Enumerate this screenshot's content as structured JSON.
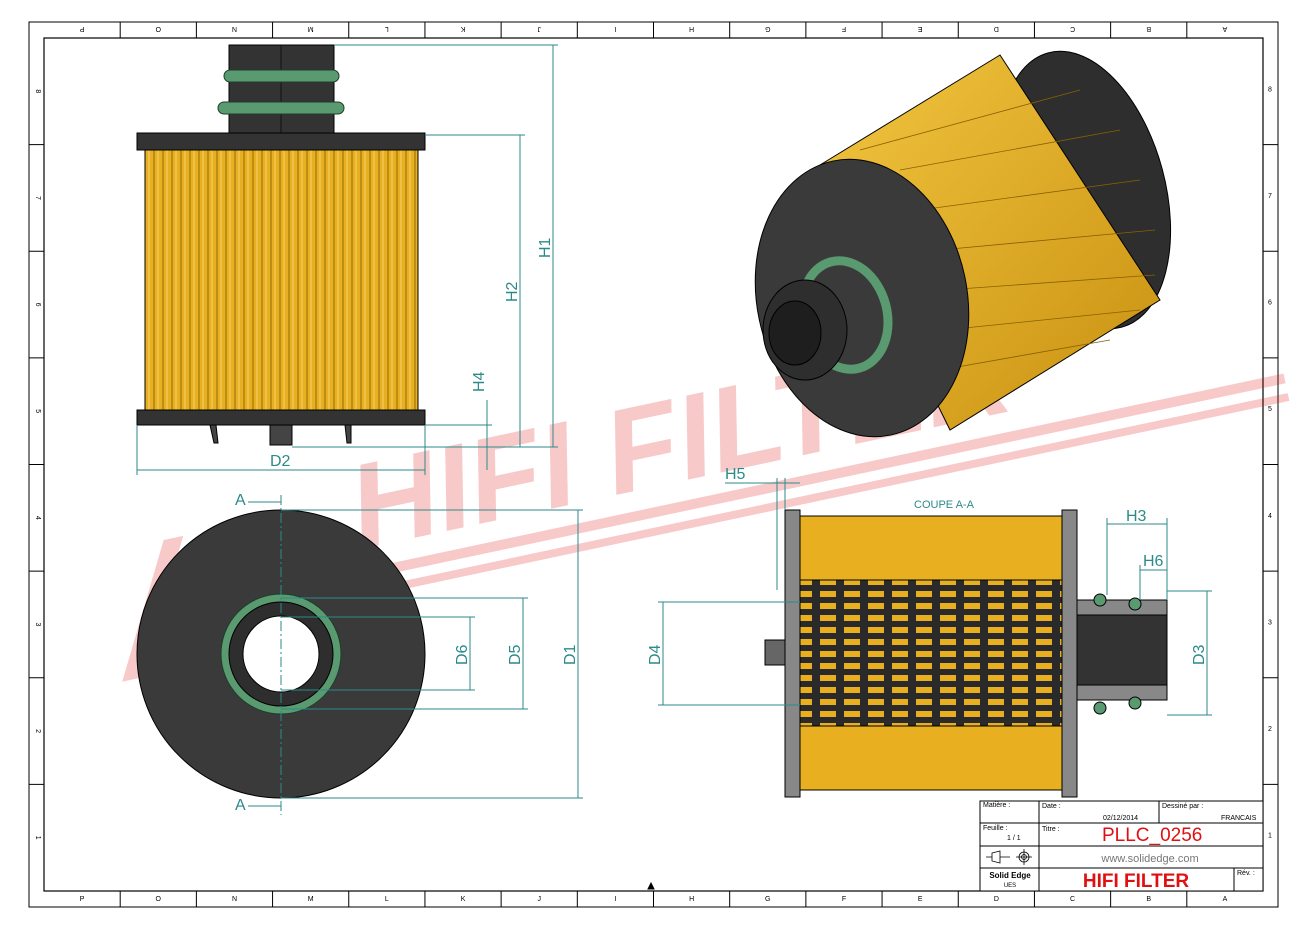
{
  "border": {
    "columns": [
      "P",
      "O",
      "N",
      "M",
      "L",
      "K",
      "J",
      "I",
      "H",
      "G",
      "F",
      "E",
      "D",
      "C",
      "B",
      "A"
    ],
    "rows": [
      "8",
      "7",
      "6",
      "5",
      "4",
      "3",
      "2",
      "1"
    ]
  },
  "watermark": {
    "text": "HIFI FILTER",
    "mark": "®"
  },
  "dimensions": {
    "h1": "H1",
    "h2": "H2",
    "h3": "H3",
    "h4": "H4",
    "h5": "H5",
    "h6": "H6",
    "d1": "D1",
    "d2": "D2",
    "d3": "D3",
    "d4": "D4",
    "d5": "D5",
    "d6": "D6"
  },
  "section": {
    "label": "COUPE A-A",
    "cut_mark": "A"
  },
  "title_block": {
    "matiere_label": "Matière :",
    "date_label": "Date :",
    "date": "02/12/2014",
    "dessine_label": "Dessiné par :",
    "dessine": "FRANCAIS",
    "feuille_label": "Feuille :",
    "feuille": "1 / 1",
    "titre_label": "Titre :",
    "titre": "PLLC_0256",
    "website": "www.solidedge.com",
    "software": "Solid Edge",
    "software_sub": "UES",
    "company": "HIFI FILTER",
    "rev_label": "Rév. :"
  },
  "colors": {
    "filter": "#e8b020",
    "rubber": "#3a3a3a",
    "seal": "#5a9a70",
    "dim": "#2c8a8a",
    "brand": "#e01010"
  }
}
